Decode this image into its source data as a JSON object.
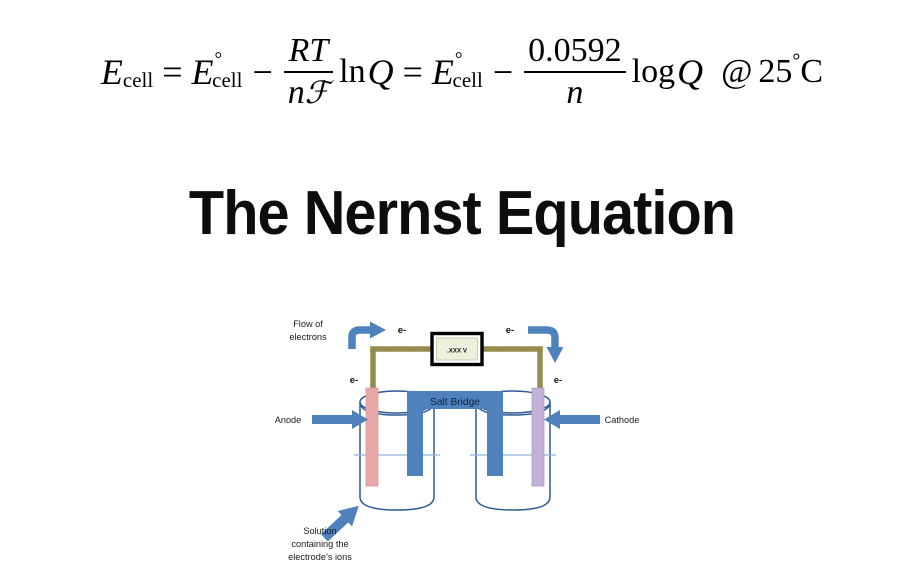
{
  "equation": {
    "lhs_symbol": "E",
    "lhs_subscript": "cell",
    "equals_1": "=",
    "std_symbol": "E",
    "std_subscript": "cell",
    "std_superscript": "°",
    "minus_1": "−",
    "frac1_numerator": "RT",
    "frac1_denominator_n": "n",
    "frac1_denominator_f": "ℱ",
    "ln_label": "ln",
    "q_symbol_1": "Q",
    "equals_2": "=",
    "std_symbol_2": "E",
    "std_subscript_2": "cell",
    "std_superscript_2": "°",
    "minus_2": "−",
    "frac2_numerator": "0.0592",
    "frac2_denominator": "n",
    "log_label": "log",
    "q_symbol_2": "Q",
    "at_symbol": "@",
    "temperature_value": "25",
    "temperature_degree": "°",
    "temperature_unit": "C",
    "plain_text": "E_cell = E°_cell − (RT/nℱ) ln Q = E°_cell − (0.0592/n) log Q @ 25°C"
  },
  "title": {
    "text": "The Nernst Equation"
  },
  "diagram": {
    "name": "galvanic-cell-diagram",
    "labels": {
      "flow_line1": "Flow of",
      "flow_line2": "electrons",
      "electron_top_left": "e-",
      "electron_top_right": "e-",
      "electron_left": "e-",
      "electron_right": "e-",
      "voltmeter_reading": ".XXX V",
      "salt_bridge": "Salt Bridge",
      "anode": "Anode",
      "cathode": "Cathode",
      "solution_line1": "Solution",
      "solution_line2": "containing the",
      "solution_line3": "electrode’s ions"
    },
    "colors": {
      "arrow_blue": "#4f81bd",
      "arrow_blue_stroke": "#3a6a9e",
      "wire_olive": "#968a4f",
      "anode_pink": "#e8a8a8",
      "anode_stroke": "#d08f8f",
      "cathode_purple": "#c3b0d6",
      "cathode_stroke": "#a894c4",
      "salt_bridge_blue": "#4f81bd",
      "beaker_outline": "#2e5a94",
      "voltmeter_face": "#eef0dc",
      "voltmeter_border": "#000000",
      "liquid_line": "#8fb4dc"
    }
  }
}
